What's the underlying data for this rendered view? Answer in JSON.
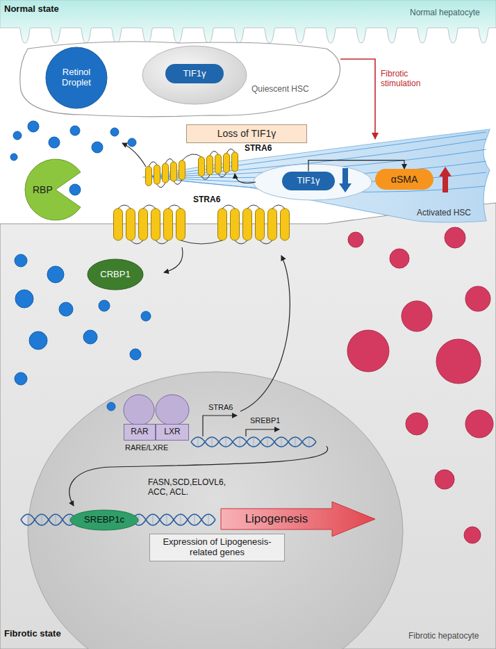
{
  "diagram": {
    "nodes": [
      {
        "text": [
          "Normal hepatocyte"
        ]
      },
      {
        "text": [
          "Quiescent HSC"
        ]
      },
      {
        "text": [
          "Retinol Droplet"
        ],
        "in": 1
      },
      {
        "text": [
          "TIF1γ"
        ],
        "in": 1
      },
      {
        "text": [
          "Loss of TIF1γ"
        ]
      },
      {
        "text": [
          "Activated HSC"
        ]
      },
      {
        "text": [
          "TIF1γ"
        ],
        "in": 5
      },
      {
        "text": [
          "αSMA"
        ],
        "in": 5
      },
      {
        "text": [
          "RBP"
        ]
      },
      {
        "text": [
          "Fibrotic hepatocyte"
        ]
      },
      {
        "text": [
          "CRBP1"
        ],
        "in": 9
      },
      {
        "text": [
          "RAR"
        ],
        "in": 9
      },
      {
        "text": [
          "LXR"
        ],
        "in": 9
      },
      {
        "text": [
          "SREBP1c"
        ],
        "in": 9
      },
      {
        "text": [
          "Lipogenesis"
        ],
        "in": 9
      },
      {
        "text": [
          "Expression of Lipogenesis-related genes"
        ],
        "in": 9
      }
    ],
    "edges": [
      {
        "from": 1,
        "to": 5,
        "label": "Fibrotic stimulation",
        "arrow": "to"
      },
      {
        "from": 6,
        "to": 7,
        "arrow": "to"
      }
    ],
    "labels": [
      "Normal state",
      "STRA6",
      "STRA6",
      "RARE/LXRE",
      "STRA6",
      "SREBP1",
      "FASN,SCD,ELOVL6, ACC, ACL.",
      "Fibrotic state"
    ]
  }
}
